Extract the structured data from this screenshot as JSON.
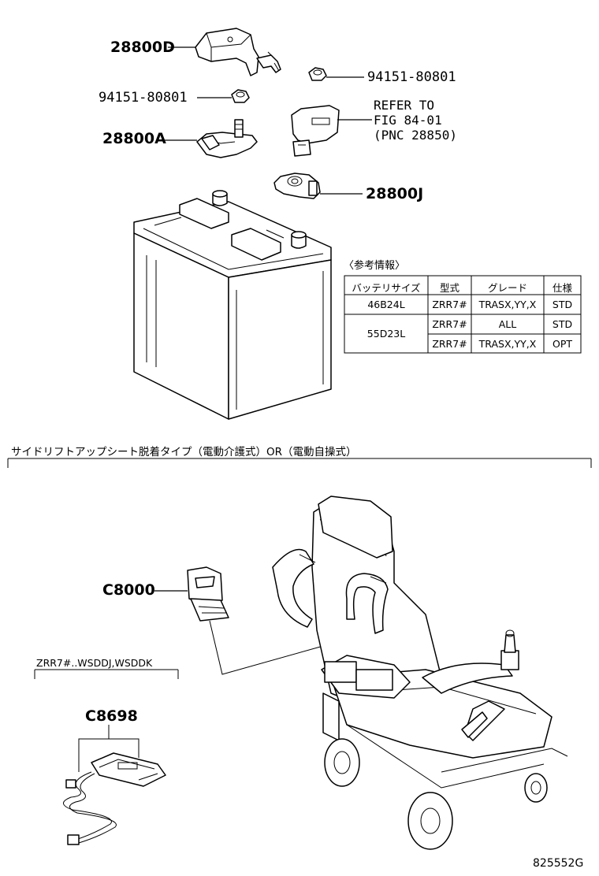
{
  "callouts": {
    "c28800D": "28800D",
    "c94151_top": "94151-80801",
    "c94151_left": "94151-80801",
    "c28800A": "28800A",
    "c28800J": "28800J",
    "c8000": "C8000",
    "c8698": "C8698",
    "refer_line1": "REFER TO",
    "refer_line2": "FIG 84-01",
    "refer_line3": "(PNC 28850)"
  },
  "ref_info": {
    "caption": "〈参考情報〉",
    "headers": [
      "バッテリサイズ",
      "型式",
      "グレード",
      "仕様"
    ],
    "rows": [
      {
        "size": "46B24L",
        "model": "ZRR7#",
        "grade": "TRASX,YY,X",
        "spec": "STD"
      },
      {
        "size": "55D23L",
        "model": "ZRR7#",
        "grade": "ALL",
        "spec": "STD"
      },
      {
        "size": "",
        "model": "ZRR7#",
        "grade": "TRASX,YY,X",
        "spec": "OPT"
      }
    ]
  },
  "section_title": "サイドリフトアップシート脱着タイプ（電動介護式）OR（電動自操式）",
  "applicability": "ZRR7#..WSDDJ,WSDDK",
  "figure_number": "825552G"
}
